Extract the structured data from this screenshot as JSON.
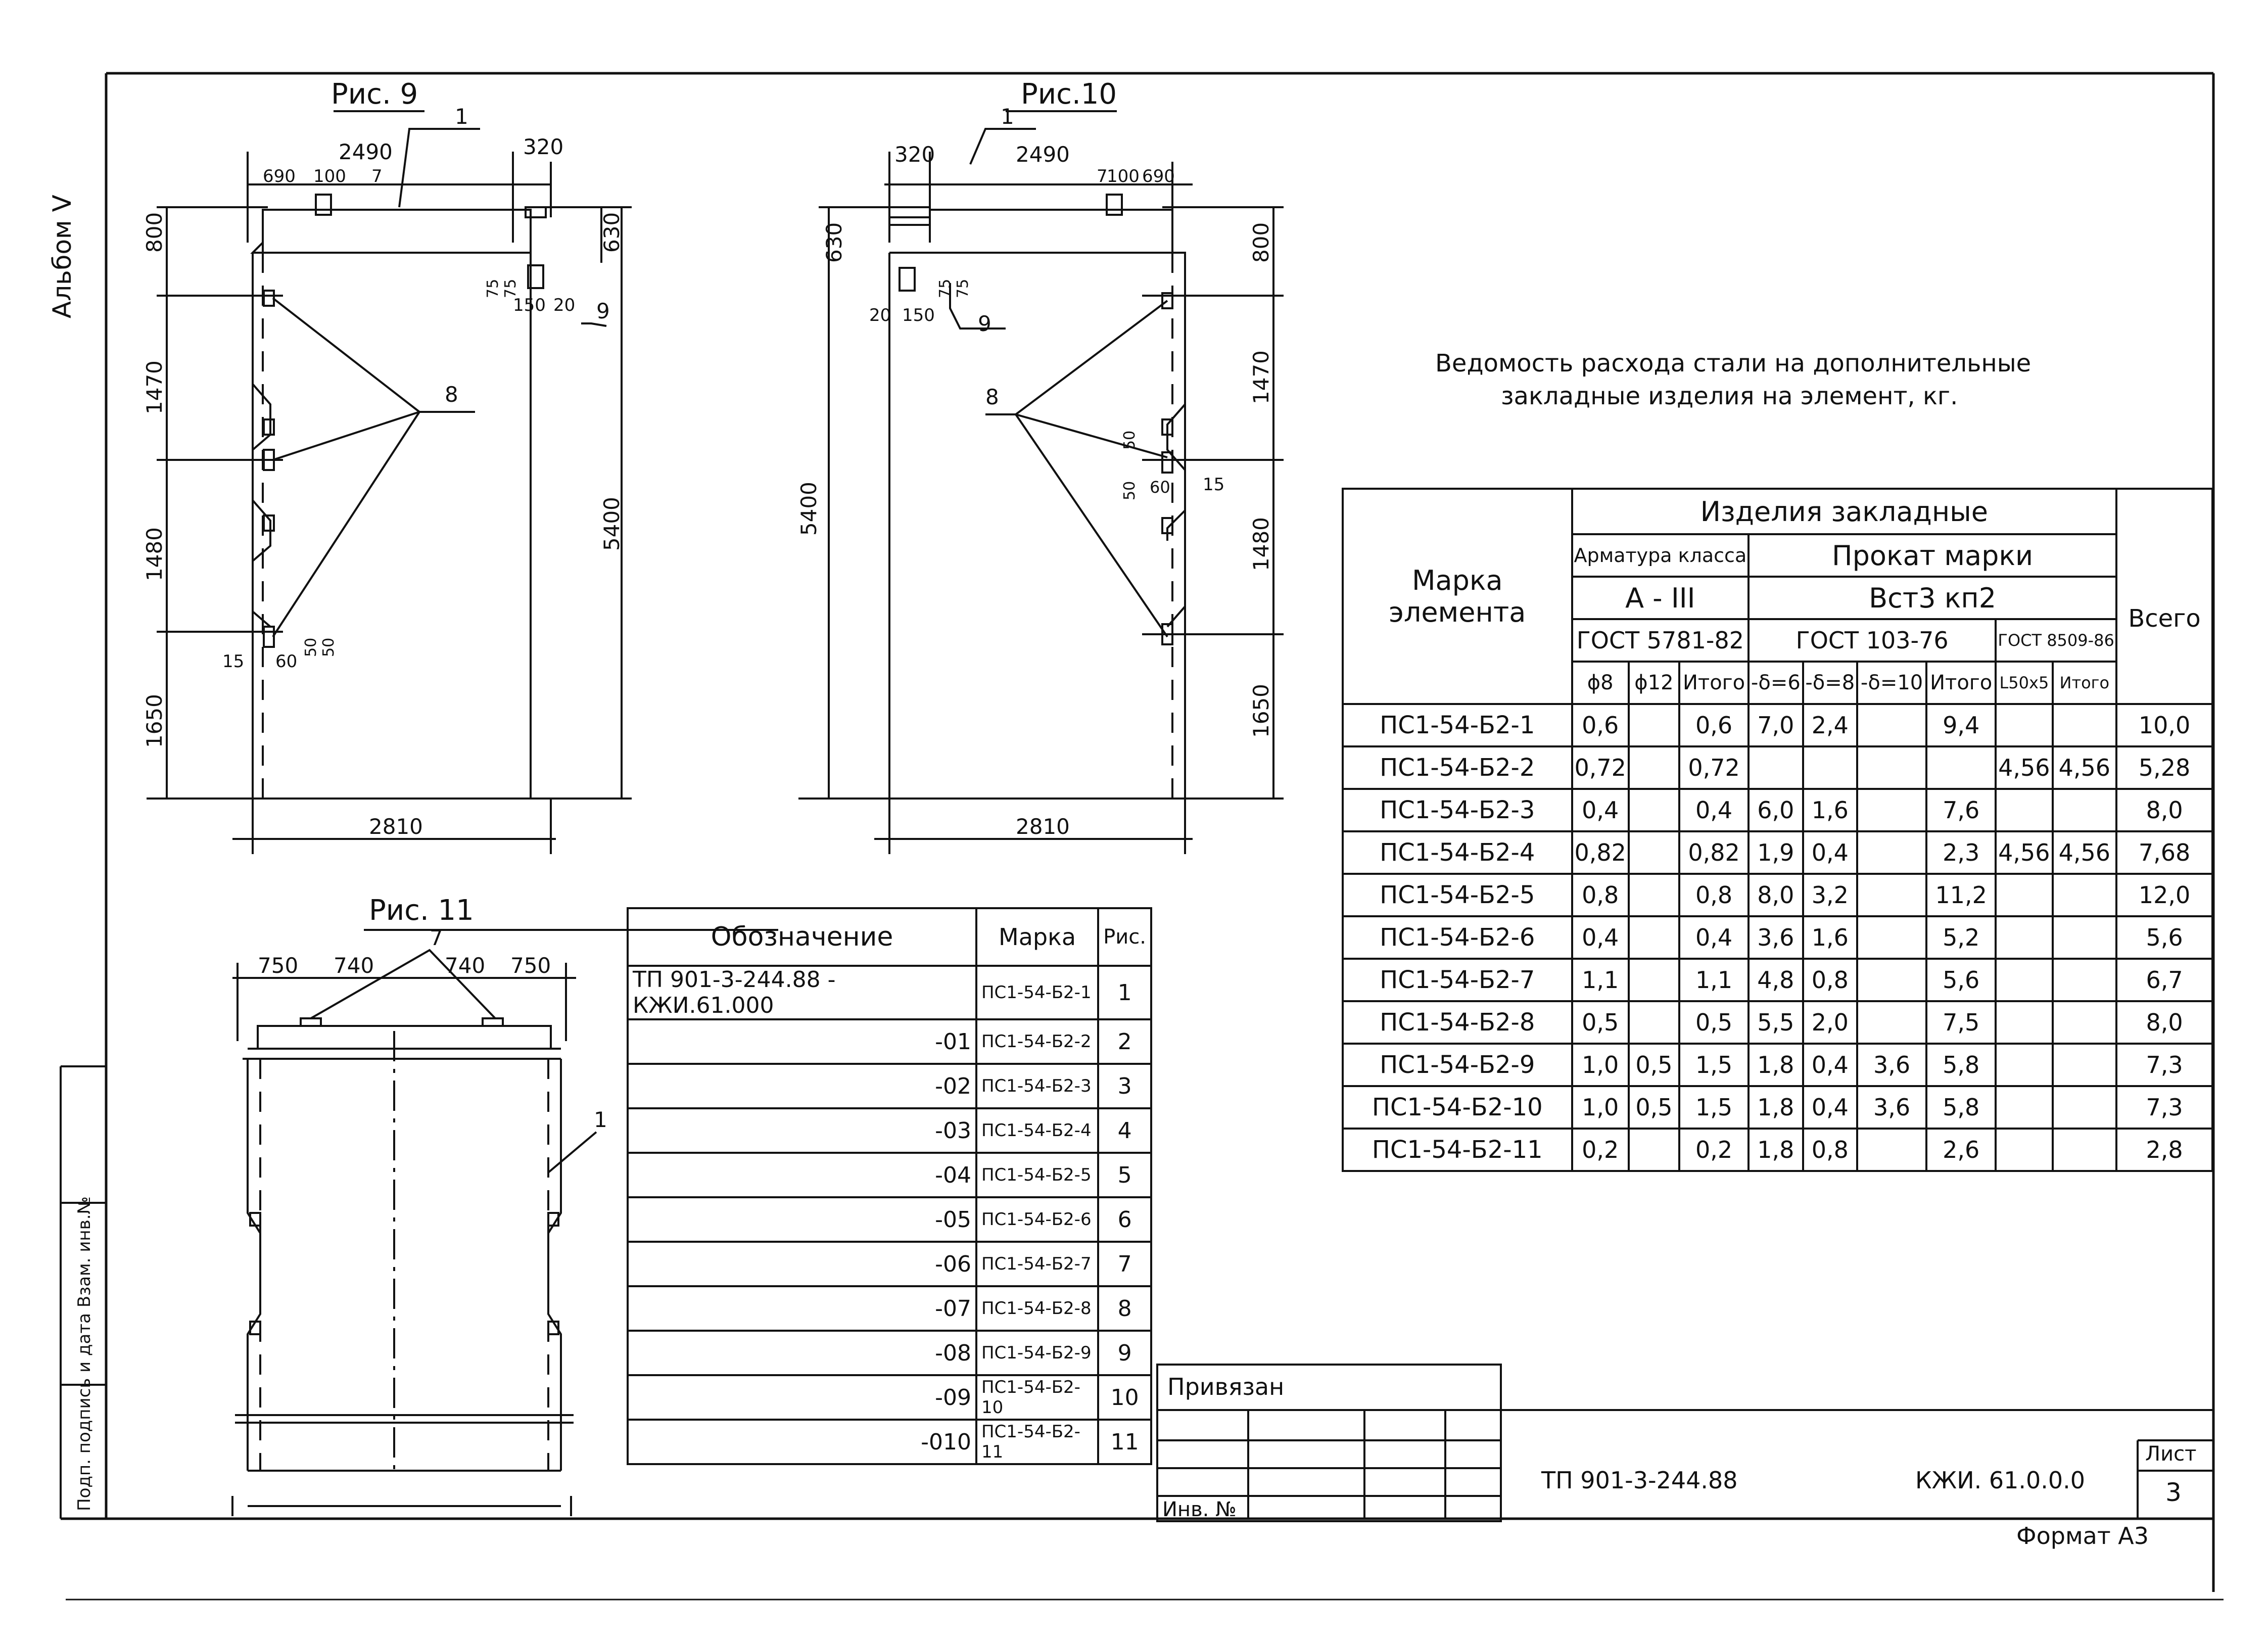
{
  "album": "Альбом V",
  "side_text": "Подп. подпись и дата Взам. инв.№",
  "figures": {
    "fig9": {
      "title": "Рис. 9",
      "dims": [
        "2490",
        "320",
        "690",
        "100",
        "7",
        "1",
        "800",
        "630",
        "75",
        "75",
        "150",
        "20",
        "9",
        "1470",
        "8",
        "1480",
        "5400",
        "15",
        "60",
        "50",
        "50",
        "1650",
        "2810"
      ]
    },
    "fig10": {
      "title": "Рис.10",
      "dims": [
        "320",
        "1",
        "2490",
        "7",
        "100",
        "690",
        "630",
        "800",
        "75",
        "75",
        "20",
        "150",
        "9",
        "1470",
        "8",
        "50",
        "50",
        "60",
        "15",
        "5400",
        "1480",
        "1650",
        "2810"
      ]
    },
    "fig11": {
      "title": "Рис. 11",
      "dims": [
        "750",
        "740",
        "740",
        "750",
        "7",
        "1"
      ]
    }
  },
  "steel_table": {
    "title_line1": "Ведомость расхода стали на дополнительные",
    "title_line2": "закладные изделия на элемент, кг.",
    "head_mark": "Марка элемента",
    "head_items": "Изделия закладные",
    "head_rebar": "Арматура класса",
    "head_rebar_class": "А - III",
    "head_rebar_gost": "ГОСТ 5781-82",
    "head_rolled": "Прокат марки",
    "head_rolled_grade": "Вст3 кп2",
    "head_rolled_gost": "ГОСТ 103-76",
    "head_gost8509": "ГОСТ 8509-86",
    "head_total": "Всего",
    "subheads": [
      "ϕ8",
      "ϕ12",
      "Итого",
      "-δ=6",
      "-δ=8",
      "-δ=10",
      "Итого",
      "L50x5",
      "Итого"
    ],
    "rows": [
      [
        "ПС1-54-Б2-1",
        "0,6",
        "",
        "0,6",
        "7,0",
        "2,4",
        "",
        "9,4",
        "",
        "",
        "10,0"
      ],
      [
        "ПС1-54-Б2-2",
        "0,72",
        "",
        "0,72",
        "",
        "",
        "",
        "",
        "4,56",
        "4,56",
        "5,28"
      ],
      [
        "ПС1-54-Б2-3",
        "0,4",
        "",
        "0,4",
        "6,0",
        "1,6",
        "",
        "7,6",
        "",
        "",
        "8,0"
      ],
      [
        "ПС1-54-Б2-4",
        "0,82",
        "",
        "0,82",
        "1,9",
        "0,4",
        "",
        "2,3",
        "4,56",
        "4,56",
        "7,68"
      ],
      [
        "ПС1-54-Б2-5",
        "0,8",
        "",
        "0,8",
        "8,0",
        "3,2",
        "",
        "11,2",
        "",
        "",
        "12,0"
      ],
      [
        "ПС1-54-Б2-6",
        "0,4",
        "",
        "0,4",
        "3,6",
        "1,6",
        "",
        "5,2",
        "",
        "",
        "5,6"
      ],
      [
        "ПС1-54-Б2-7",
        "1,1",
        "",
        "1,1",
        "4,8",
        "0,8",
        "",
        "5,6",
        "",
        "",
        "6,7"
      ],
      [
        "ПС1-54-Б2-8",
        "0,5",
        "",
        "0,5",
        "5,5",
        "2,0",
        "",
        "7,5",
        "",
        "",
        "8,0"
      ],
      [
        "ПС1-54-Б2-9",
        "1,0",
        "0,5",
        "1,5",
        "1,8",
        "0,4",
        "3,6",
        "5,8",
        "",
        "",
        "7,3"
      ],
      [
        "ПС1-54-Б2-10",
        "1,0",
        "0,5",
        "1,5",
        "1,8",
        "0,4",
        "3,6",
        "5,8",
        "",
        "",
        "7,3"
      ],
      [
        "ПС1-54-Б2-11",
        "0,2",
        "",
        "0,2",
        "1,8",
        "0,8",
        "",
        "2,6",
        "",
        "",
        "2,8"
      ]
    ]
  },
  "designation_table": {
    "head_designation": "Обозначение",
    "head_mark": "Марка",
    "head_fig": "Рис.",
    "rows": [
      [
        "ТП 901-3-244.88 -      КЖИ.61.000",
        "ПС1-54-Б2-1",
        "1"
      ],
      [
        "-01",
        "ПС1-54-Б2-2",
        "2"
      ],
      [
        "-02",
        "ПС1-54-Б2-3",
        "3"
      ],
      [
        "-03",
        "ПС1-54-Б2-4",
        "4"
      ],
      [
        "-04",
        "ПС1-54-Б2-5",
        "5"
      ],
      [
        "-05",
        "ПС1-54-Б2-6",
        "6"
      ],
      [
        "-06",
        "ПС1-54-Б2-7",
        "7"
      ],
      [
        "-07",
        "ПС1-54-Б2-8",
        "8"
      ],
      [
        "-08",
        "ПС1-54-Б2-9",
        "9"
      ],
      [
        "-09",
        "ПС1-54-Б2-10",
        "10"
      ],
      [
        "-010",
        "ПС1-54-Б2-11",
        "11"
      ]
    ]
  },
  "title_block": {
    "tied": "Привязан",
    "inv_no": "Инв. №",
    "project": "ТП 901-3-244.88",
    "code": "КЖИ. 61.0.0.0",
    "sheet_label": "Лист",
    "sheet_no": "3",
    "format": "Формат А3"
  }
}
